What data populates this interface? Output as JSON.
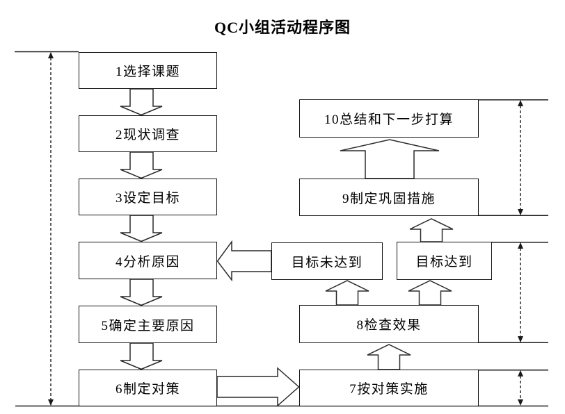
{
  "title": "QC小组活动程序图",
  "boxes": {
    "b1": "1选择课题",
    "b2": "2现状调查",
    "b3": "3设定目标",
    "b4": "4分析原因",
    "b5": "5确定主要原因",
    "b6": "6制定对策",
    "b7": "7按对策实施",
    "b8": "8检查效果",
    "b9": "9制定巩固措施",
    "b10": "10总结和下一步打算",
    "goal_not_met": "目标未达到",
    "goal_met": "目标达到"
  },
  "edges": [
    {
      "from": "b1",
      "to": "b2",
      "style": "hollow-arrow-down"
    },
    {
      "from": "b2",
      "to": "b3",
      "style": "hollow-arrow-down"
    },
    {
      "from": "b3",
      "to": "b4",
      "style": "hollow-arrow-down"
    },
    {
      "from": "b4",
      "to": "b5",
      "style": "hollow-arrow-down"
    },
    {
      "from": "b5",
      "to": "b6",
      "style": "hollow-arrow-down"
    },
    {
      "from": "b6",
      "to": "b7",
      "style": "hollow-arrow-right"
    },
    {
      "from": "b7",
      "to": "b8",
      "style": "hollow-arrow-up"
    },
    {
      "from": "b8",
      "to": "goal_not_met",
      "style": "hollow-arrow-up"
    },
    {
      "from": "b8",
      "to": "goal_met",
      "style": "hollow-arrow-up"
    },
    {
      "from": "goal_not_met",
      "to": "b4",
      "style": "hollow-arrow-left"
    },
    {
      "from": "goal_met",
      "to": "b9",
      "style": "hollow-arrow-up"
    },
    {
      "from": "b9",
      "to": "b10",
      "style": "hollow-arrow-up"
    }
  ],
  "brackets": [
    {
      "side": "left",
      "spans": "b1-b6",
      "style": "dashed-double-arrow"
    },
    {
      "side": "right",
      "spans": "b10-b9",
      "style": "dashed-double-arrow"
    },
    {
      "side": "right",
      "spans": "goal_met-b8",
      "style": "dashed-double-arrow"
    },
    {
      "side": "right",
      "spans": "b7",
      "style": "dashed-double-arrow"
    }
  ],
  "colors": {
    "line": "#1a1a1a",
    "background": "#ffffff"
  }
}
